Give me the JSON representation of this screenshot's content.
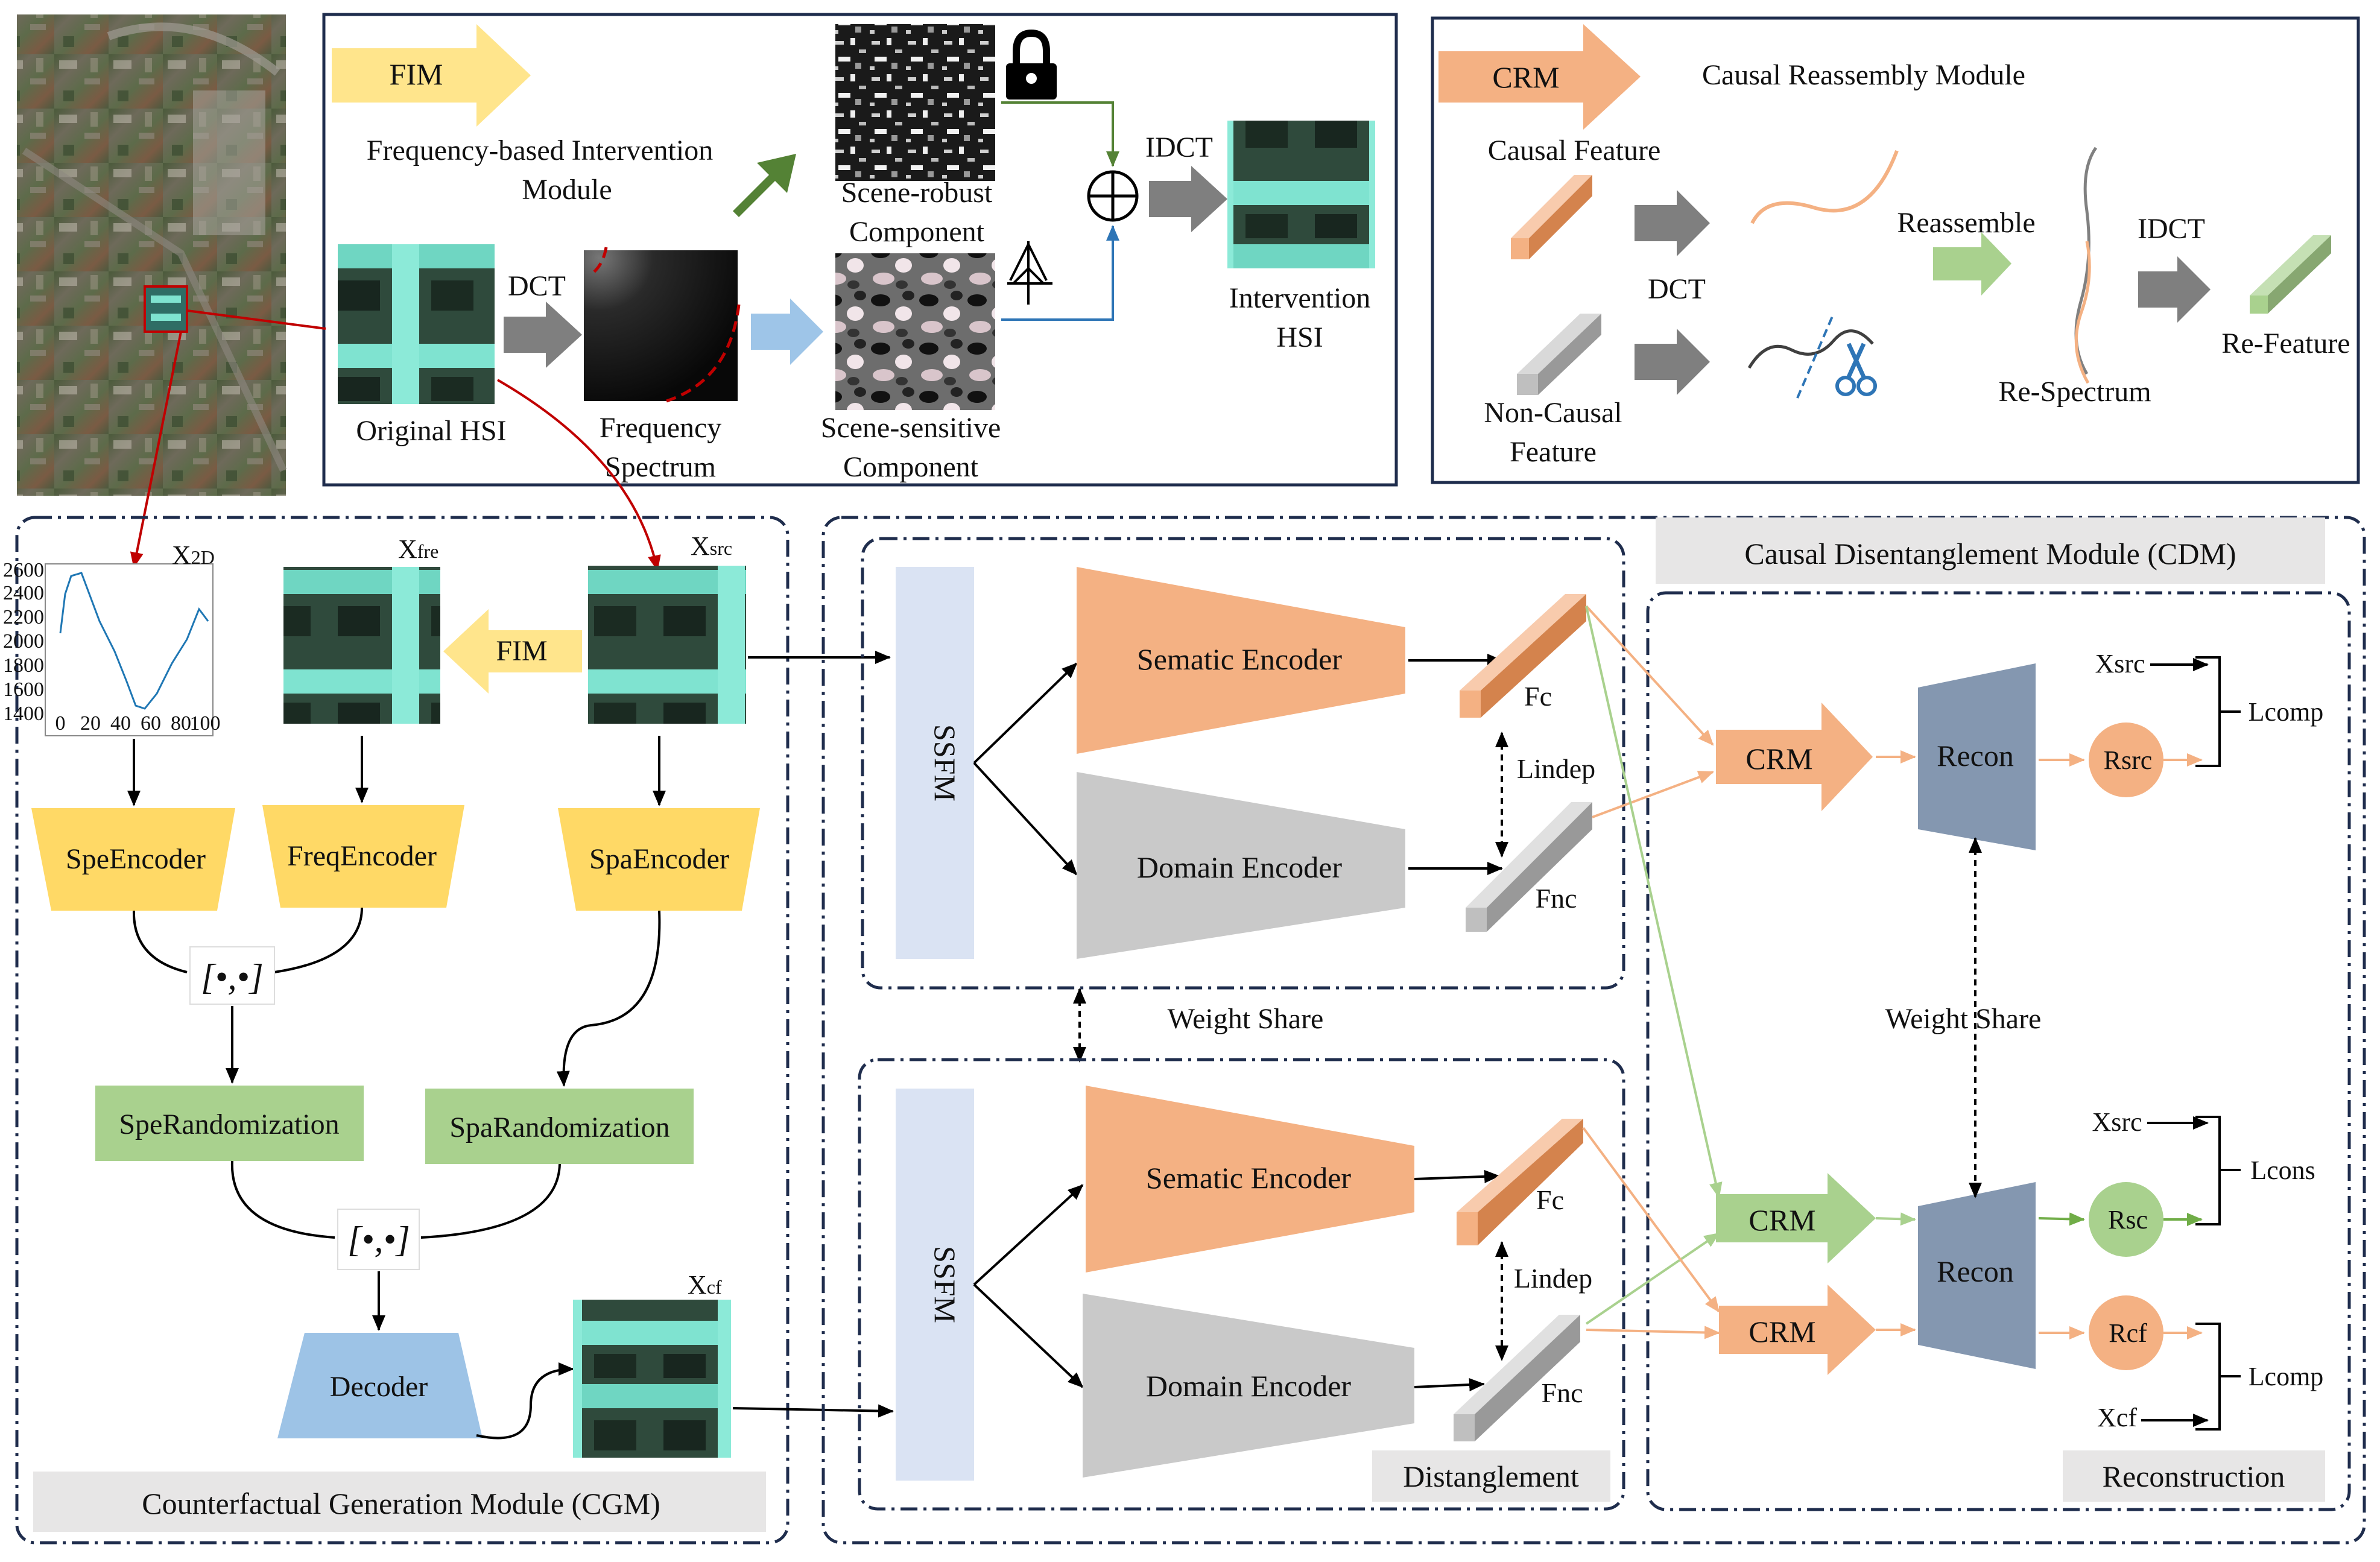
{
  "fim_panel": {
    "badge": "FIM",
    "title_line1": "Frequency-based Intervention",
    "title_line2": "Module",
    "dct": "DCT",
    "idct": "IDCT",
    "original": "Original HSI",
    "spectrum_line1": "Frequency",
    "spectrum_line2": "Spectrum",
    "robust_line1": "Scene-robust",
    "robust_line2": "Component",
    "sensitive_line1": "Scene-sensitive",
    "sensitive_line2": "Component",
    "intervention_line1": "Intervention",
    "intervention_line2": "HSI",
    "colors": {
      "fim_yellow": "#FFE58C",
      "green_arrow": "#4E8A2E",
      "blue_arrow": "#9EC5E8"
    }
  },
  "crm_panel": {
    "badge": "CRM",
    "title": "Causal Reassembly Module",
    "causal": "Causal Feature",
    "noncausal_line1": "Non-Causal",
    "noncausal_line2": "Feature",
    "dct": "DCT",
    "reassemble": "Reassemble",
    "idct": "IDCT",
    "respectrum": "Re-Spectrum",
    "refeature": "Re-Feature",
    "colors": {
      "orange": "#F4B183",
      "gray": "#BFBFBF",
      "green": "#A9D18E"
    }
  },
  "cgm": {
    "title": "Counterfactual Generation Module (CGM)",
    "x2d": {
      "main": "X",
      "sub": "2D"
    },
    "xfre": {
      "main": "X",
      "sub": "fre"
    },
    "xsrc": {
      "main": "X",
      "sub": "src"
    },
    "xcf": {
      "main": "X",
      "sub": "cf"
    },
    "fim": "FIM",
    "spe_encoder": "SpeEncoder",
    "freq_encoder": "FreqEncoder",
    "spa_encoder": "SpaEncoder",
    "concat": "[•,•]",
    "spe_rand": "SpeRandomization",
    "spa_rand": "SpaRandomization",
    "decoder": "Decoder",
    "plot_yticks": [
      "2600",
      "2400",
      "2200",
      "2000",
      "1800",
      "1600",
      "1400"
    ],
    "plot_xticks": [
      "0",
      "20",
      "40",
      "60",
      "80",
      "100"
    ]
  },
  "cdm": {
    "title": "Causal Disentanglement Module (CDM)",
    "ssfm": "SSFM",
    "semantic_encoder": "Sematic Encoder",
    "domain_encoder": "Domain Encoder",
    "fc": "Fc",
    "fnc": "Fnc",
    "lindep": "Lindep",
    "weight_share": "Weight Share",
    "disentanglement": "Distanglement",
    "reconstruction": "Reconstruction",
    "crm": "CRM",
    "recon": "Recon",
    "rsrc": "Rsrc",
    "rsc": "Rsc",
    "rcf": "Rcf",
    "xsrc": "Xsrc",
    "xcf": "Xcf",
    "lcomp": "Lcomp",
    "lcons": "Lcons",
    "colors": {
      "orange": "#F4B183",
      "gray": "#C9C9C9",
      "green": "#A9D18E",
      "recon": "#8497B0",
      "ssfm": "#DAE3F3",
      "yellow": "#FFD966",
      "decoder": "#9DC3E6"
    }
  }
}
